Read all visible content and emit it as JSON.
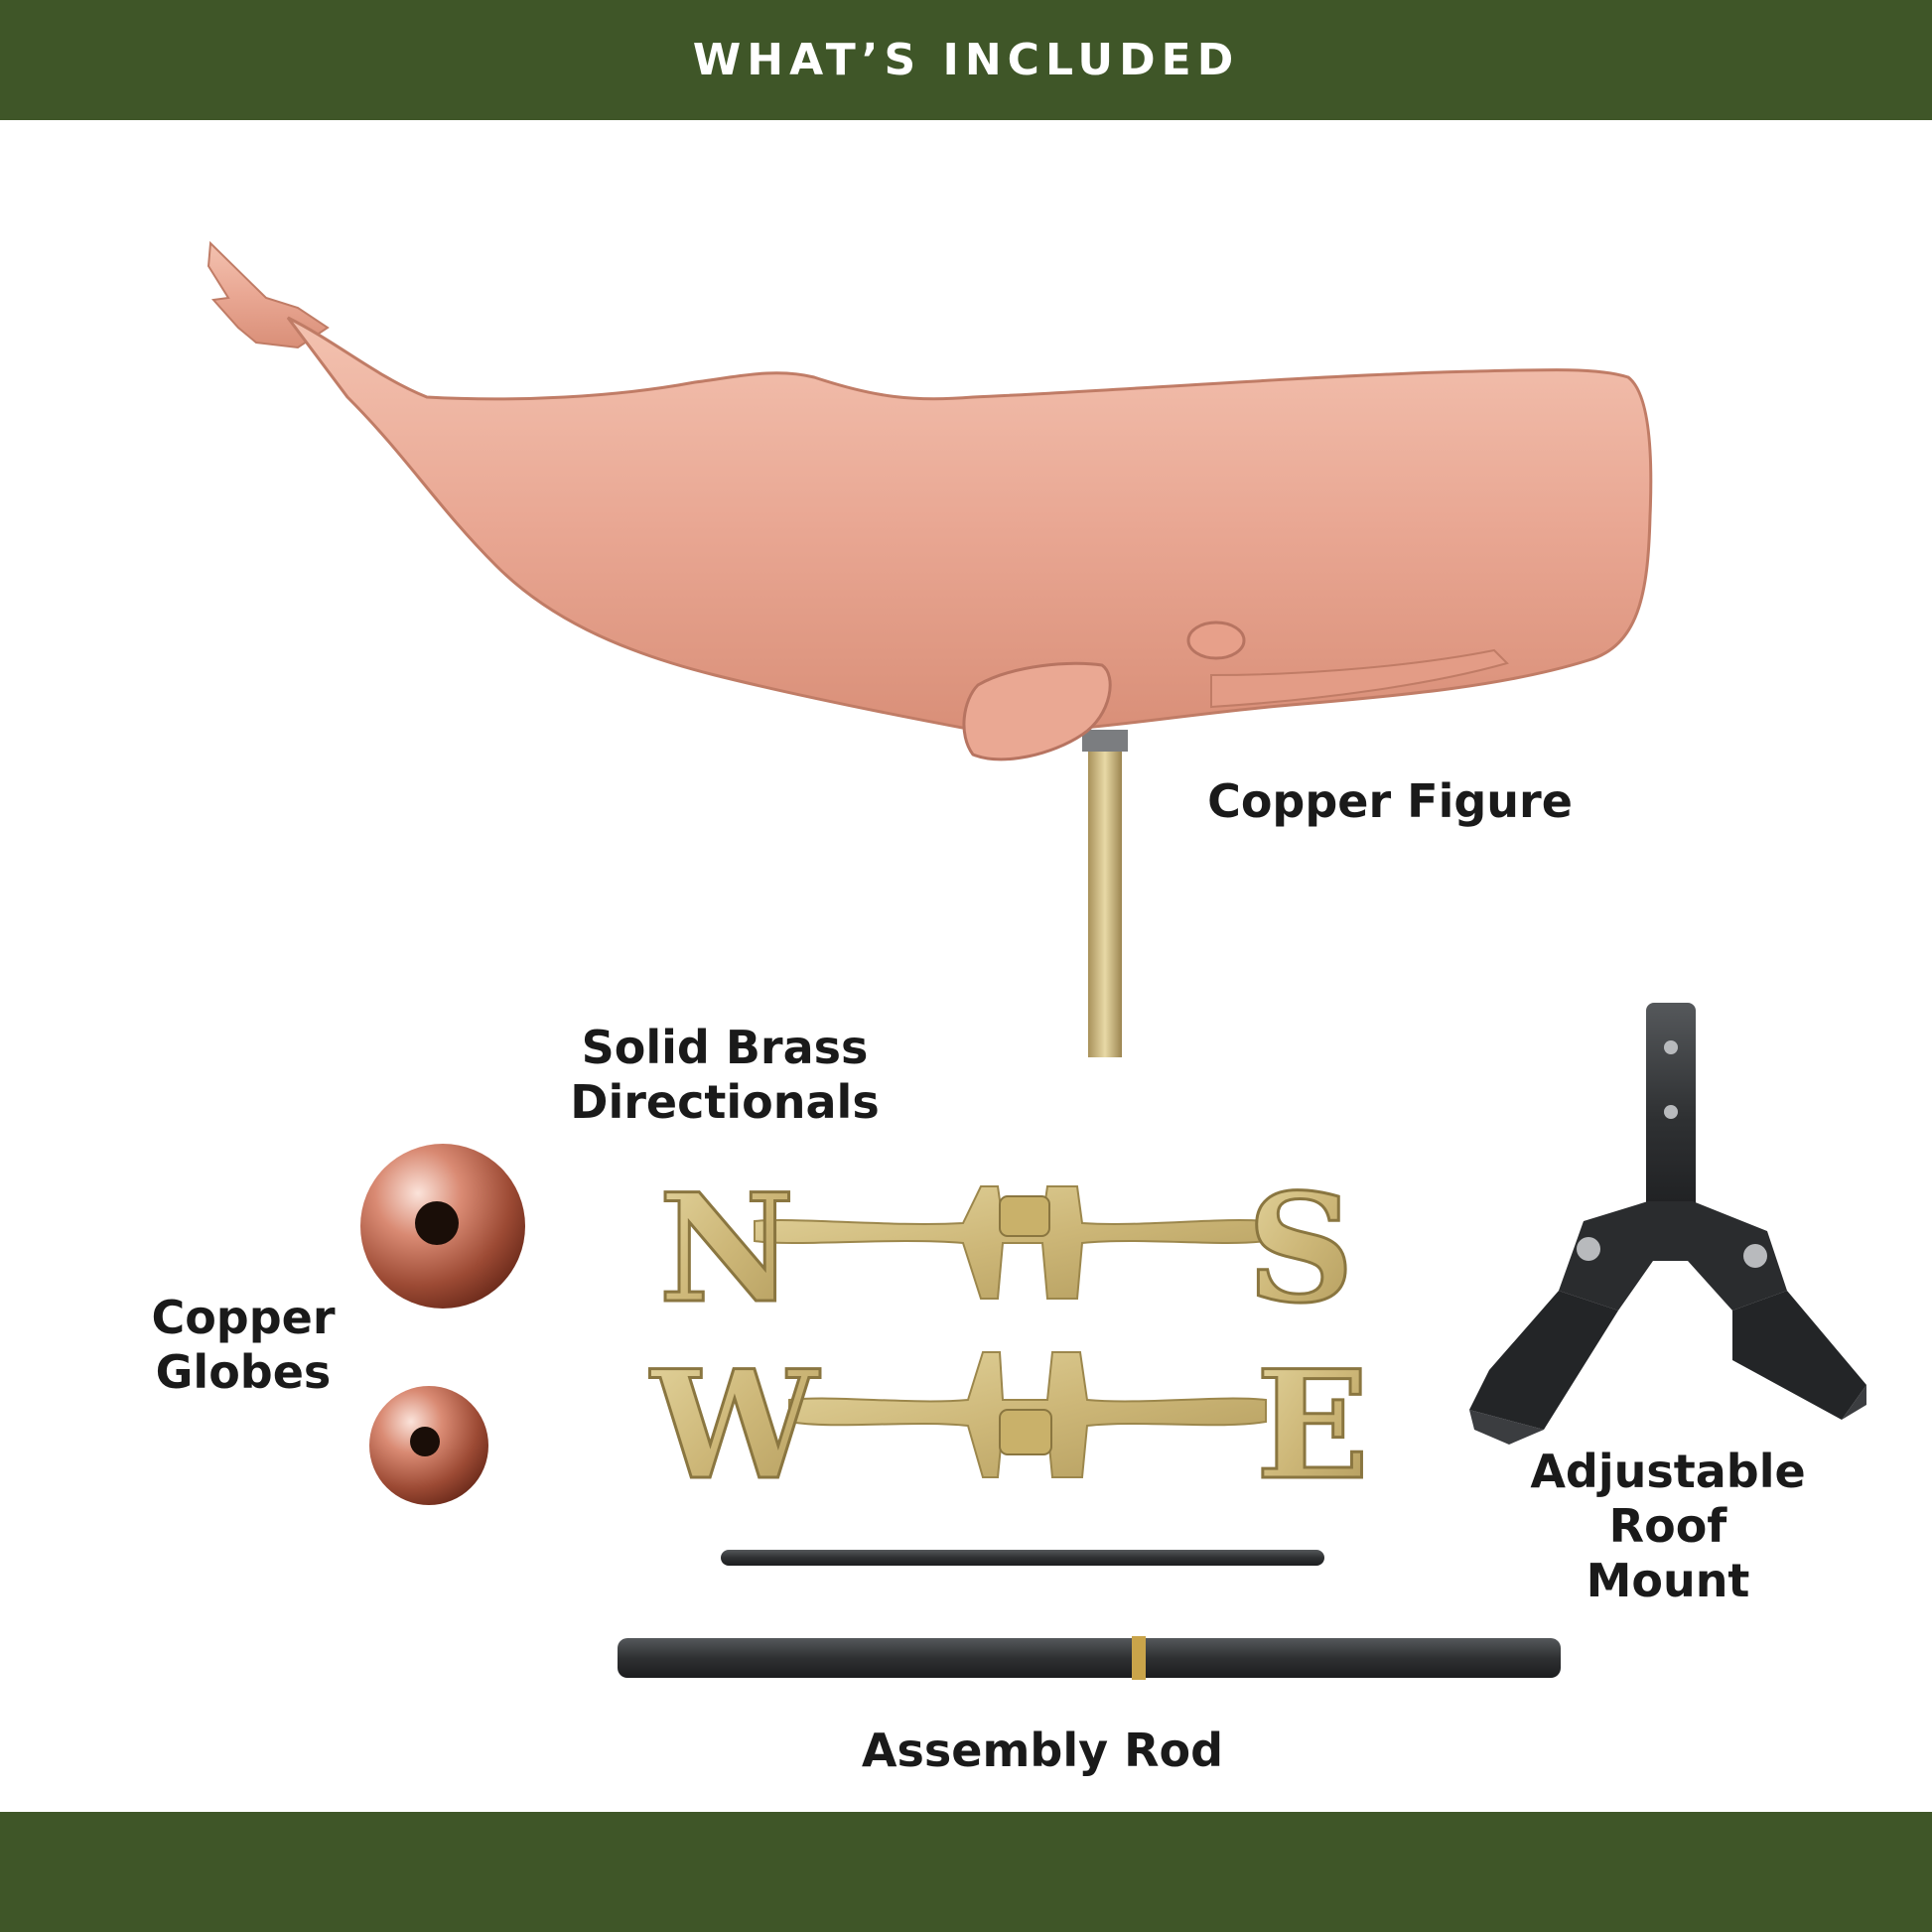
{
  "header": {
    "title": "WHAT’S INCLUDED"
  },
  "labels": {
    "copper_figure": "Copper Figure",
    "brass_directionals": [
      "Solid Brass",
      "Directionals"
    ],
    "copper_globes": [
      "Copper",
      "Globes"
    ],
    "roof_mount": [
      "Adjustable",
      "Roof",
      "Mount"
    ],
    "assembly_rod": "Assembly Rod"
  },
  "directionals": {
    "north": "N",
    "south": "S",
    "west": "W",
    "east": "E"
  },
  "colors": {
    "band": "#3f5628",
    "copper": "#e9a793",
    "brass": "#d2bf82",
    "steel": "#2f3133",
    "text": "#1a1a1a"
  },
  "icons": [
    "whale-figure",
    "copper-globe",
    "directional-arrow",
    "roof-mount-bracket",
    "assembly-rod"
  ]
}
